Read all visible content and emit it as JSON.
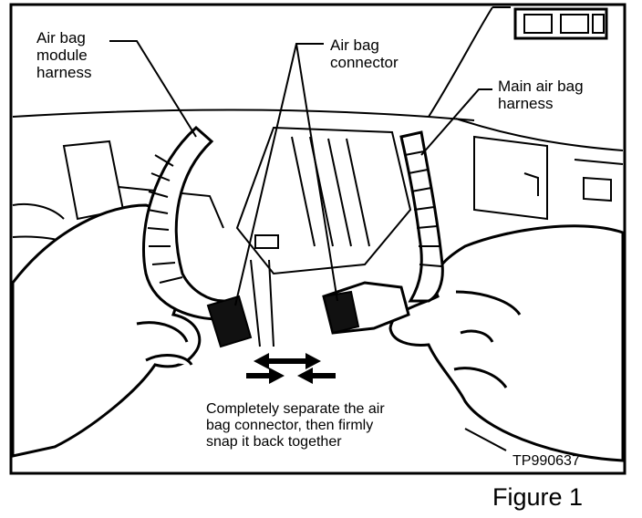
{
  "labels": {
    "module_harness": "Air bag\nmodule\nharness",
    "connector": "Air bag\nconnector",
    "main_harness": "Main air bag\nharness",
    "instruction": "Completely separate the air\nbag connector, then firmly\nsnap it back together",
    "code": "TP990637"
  },
  "caption": "Figure 1"
}
